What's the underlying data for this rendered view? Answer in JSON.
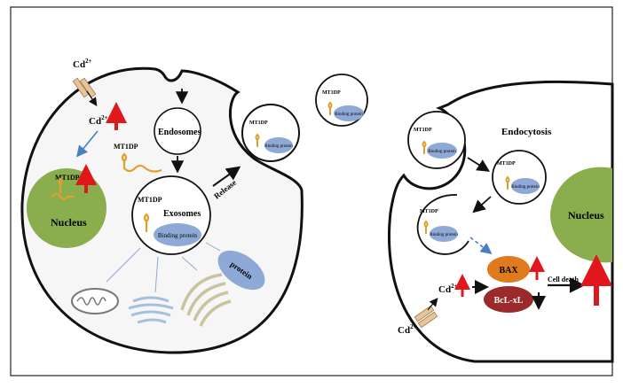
{
  "labels": {
    "cd_top": "Cd",
    "cd_top_sup": "2+",
    "cd_inside": "Cd",
    "cd_inside_sup": "2+",
    "endosomes": "Endosomes",
    "exosomes": "Exosomes",
    "mt1dp_nucleus": "MT1DP",
    "nucleus_left": "Nucleus",
    "mt1dp_free": "MT1DP",
    "mt1dp_exosome": "MT1DP",
    "binding_protein_exosome": "Binding protein",
    "release": "Release",
    "protein": "protein",
    "mt1dp_bud": "MT1DP",
    "binding_protein_bud": "Binding protein",
    "mt1dp_floating": "MT1DP",
    "binding_protein_floating": "Binding protein",
    "endocytosis": "Endocytosis",
    "mt1dp_r1": "MT1DP",
    "binding_protein_r1": "Binding protein",
    "mt1dp_r2": "MT1DP",
    "binding_protein_r2": "Binding protein",
    "mt1dp_r3": "MT1DP",
    "binding_protein_r3": "Binding protein",
    "nucleus_right": "Nucleus",
    "bax": "BAX",
    "bclxl": "BcL-xL",
    "cell_death": "Cell death",
    "cd_right": "Cd",
    "cd_right_sup": "2+",
    "cd_bottom": "Cd",
    "cd_bottom_sup": "2+"
  },
  "colors": {
    "membrane": "#1a1a1a",
    "nucleus": "#8aad4e",
    "binding_protein": "#8fa9d6",
    "rna": "#e0a030",
    "bax": "#e07a1f",
    "bclxl": "#9b2a2a",
    "up_arrow": "#e0181b",
    "channel": "#e8c49a",
    "blue_arrow": "#4a7fc0",
    "cell_fill": "#f6f6f6"
  }
}
